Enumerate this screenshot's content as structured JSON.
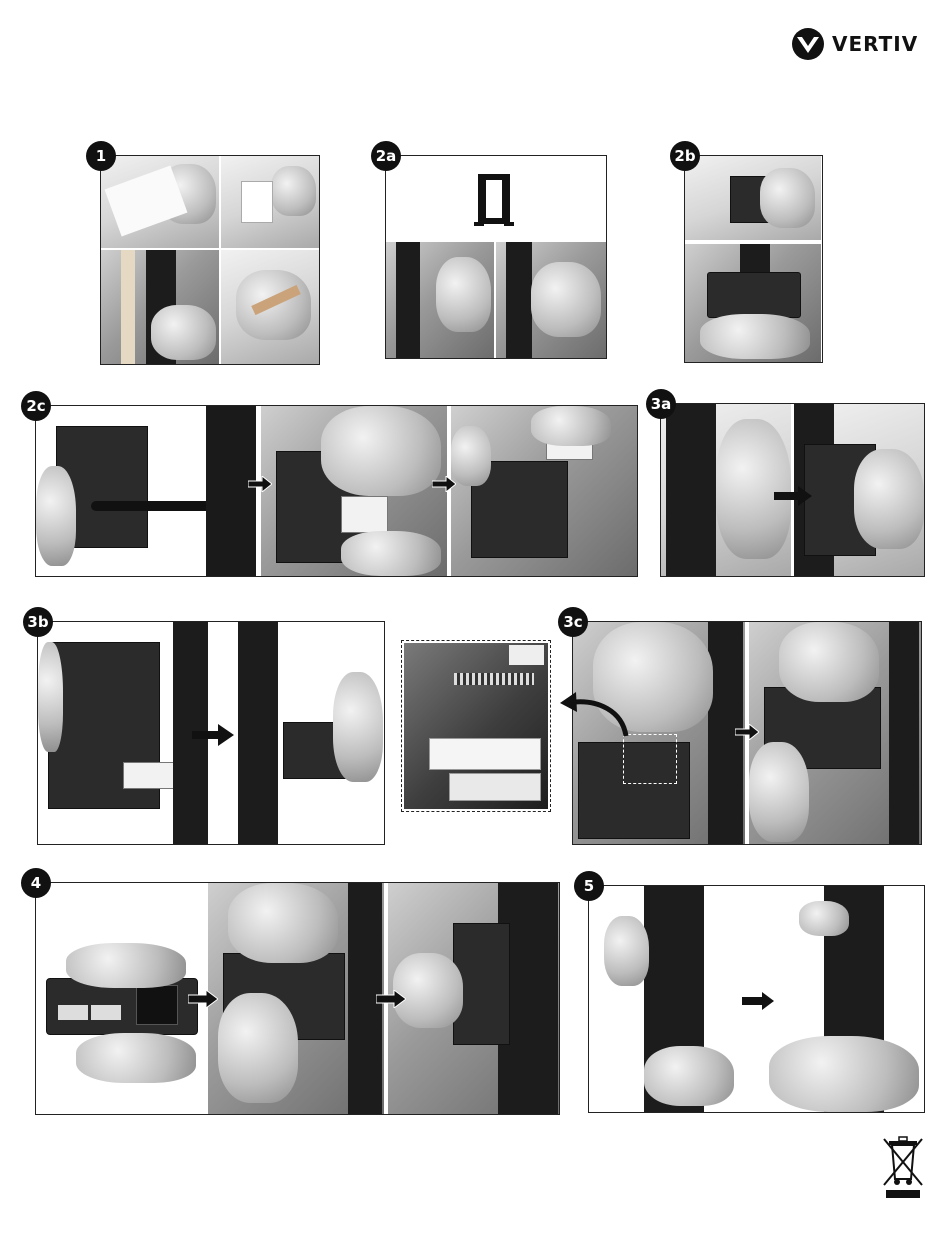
{
  "brand": {
    "name": "VERTIV",
    "trademark": "."
  },
  "steps": {
    "s1": "1",
    "s2a": "2a",
    "s2b": "2b",
    "s2c": "2c",
    "s3a": "3a",
    "s3b": "3b",
    "s3c": "3c",
    "s4": "4",
    "s5": "5"
  },
  "icons": {
    "logo": "vertiv-chevron-icon",
    "arrow": "right-arrow-icon",
    "weee": "crossed-out-wheelie-bin-icon"
  },
  "colors": {
    "ink": "#111111",
    "background": "#ffffff"
  }
}
